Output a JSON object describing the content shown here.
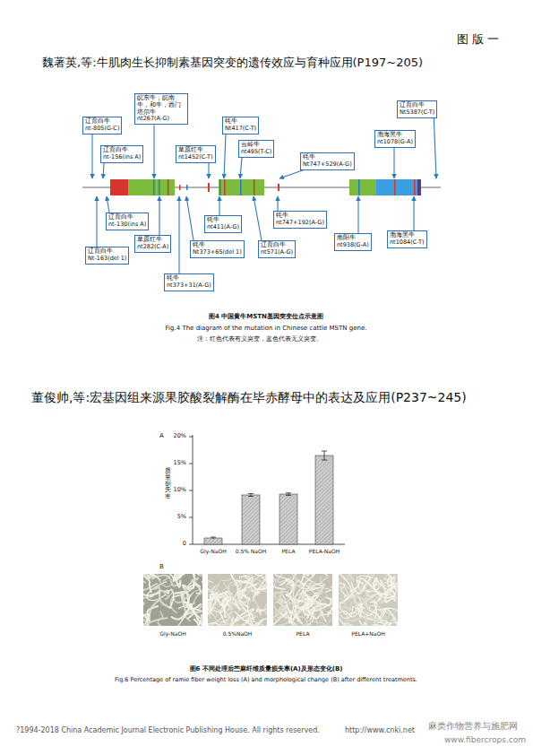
{
  "diagram": {
    "title": "图 版 一",
    "nodes": [
      {
        "text": [
          "辽育白牛",
          "nt-805(G-C)"
        ]
      },
      {
        "text": [
          "辽育白牛",
          "nt-156(ins A)"
        ]
      },
      {
        "text": [
          "皖东牛，皖南牛，和牛，西门塔尔牛",
          "nt267(A-G)"
        ]
      },
      {
        "text": [
          "草原红牛",
          "nt1452(C-T)"
        ]
      },
      {
        "text": [
          "牦牛",
          "Nt417(C-T)"
        ]
      },
      {
        "text": [
          "云岭牛",
          "nt495(T-C)"
        ]
      },
      {
        "text": [
          "牦牛",
          "Nt747+529(A-G)"
        ]
      },
      {
        "text": [
          "渤海黑牛",
          "nt1078(G-A)"
        ]
      },
      {
        "text": [
          "辽育白牛",
          "Nt5387(C-T)"
        ]
      },
      {
        "text": [
          "辽育白牛",
          "nt-130(ins A)"
        ]
      },
      {
        "text": [
          "辽育白牛",
          "Nt-163(del 1)"
        ]
      },
      {
        "text": [
          "草原红牛",
          "nt282(C-A)"
        ]
      },
      {
        "text": [
          "牦牛",
          "Nt373+65(del 1)"
        ]
      },
      {
        "text": [
          "牦牛",
          "nt373+31(A-G)"
        ]
      },
      {
        "text": [
          "牦牛",
          "nt411(A-G)"
        ]
      },
      {
        "text": [
          "辽育白牛",
          "nt571(A-G)"
        ]
      },
      {
        "text": [
          "牦牛",
          "nt747+192(A-G)"
        ]
      },
      {
        "text": [
          "南阳牛",
          "nt938(G-A)"
        ]
      },
      {
        "text": [
          "渤海黑牛",
          "nt1084(C-T)"
        ]
      }
    ],
    "labels": [
      "魏著英,等:牛肌肉生长抑制素基因突变的遗传效应与育种应用(P197~205)",
      "图4 中国黄牛MSTN基因突变位点示意图",
      "Fig.4 The diagram of the mutation in Chinese cattle MSTN gene.",
      "注：红色代表有义突变，蓝色代表无义突变。",
      "董俊帅,等:宏基因组来源果胶酸裂解酶在毕赤酵母中的表达及应用(P237~245)",
      "A",
      "20%",
      "15%",
      "10%",
      "5%",
      "0",
      "质量损失率",
      "Gly-NaOH",
      "0.5% NaOH",
      "PELA",
      "PELA-NaOH",
      "B",
      "Gly-NaOH",
      "0.5%NaOH",
      "PELA",
      "PELA+NaOH",
      "图6 不同处理后苎麻纤维质量损失率(A)及形态变化(B)",
      "Fig.6 Percentage of ramie fiber weight loss (A) and morphological change (B) after different treatments.",
      "?1994-2018 China Academic Journal Electronic Publishing House. All rights reserved.",
      "http://www.cnki.net",
      "麻类作物营养与施肥网",
      "www.fibercrops.com"
    ]
  }
}
